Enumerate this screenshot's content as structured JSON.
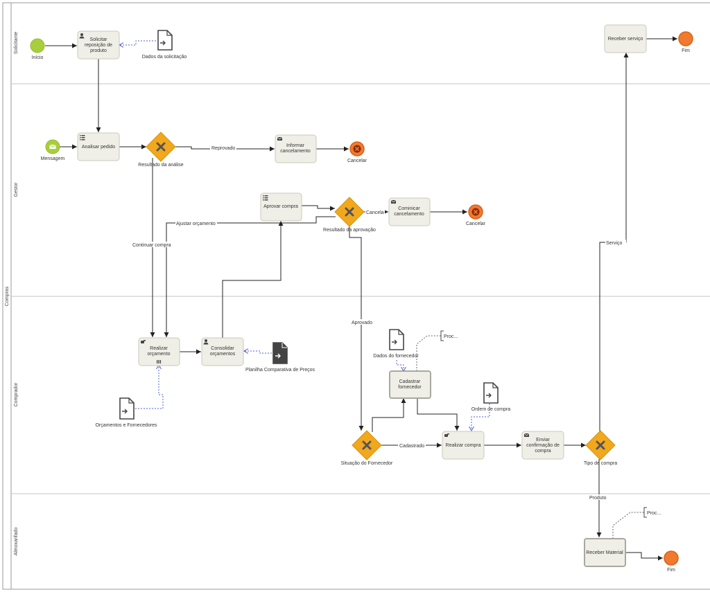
{
  "pool": {
    "name": "Compras"
  },
  "lanes": {
    "solicitante": "Solicitante",
    "gestor": "Gestor",
    "comprador": "Comprador",
    "almoxarifado": "Almoxarifado"
  },
  "tasks": {
    "solicitar": [
      "Solicitar",
      "reposição de",
      "produto"
    ],
    "analisar": [
      "Analisar pedido"
    ],
    "informar": [
      "Informar",
      "cancelamento"
    ],
    "aprovar": [
      "Aprovar compra"
    ],
    "comunicar": [
      "Cominicar",
      "cancelamento"
    ],
    "realizar_orc": [
      "Realizar",
      "orçamento"
    ],
    "consolidar": [
      "Consolidar",
      "orçamentos"
    ],
    "cadastrar": [
      "Cadastrar",
      "fornecedor"
    ],
    "realizar_compra": [
      "Realizar compra"
    ],
    "enviar": [
      "Enviar",
      "confirmação de",
      "compra"
    ],
    "receber_servico": [
      "Receber serviço"
    ],
    "receber_material": [
      "Receber Material"
    ]
  },
  "events": {
    "inicio": "Início",
    "mensagem": "Mensagem",
    "cancelar1": "Cancelar",
    "cancelar2": "Cancelar",
    "fim1": "Fim",
    "fim2": "Fim"
  },
  "gateways": {
    "resultado_analise": "Resultado da análise",
    "resultado_aprovacao": "Resultado da aprovação",
    "situacao_fornecedor": "Situação do Fornecedor",
    "tipo_compra": "Tipo de compra"
  },
  "data_objects": {
    "dados_solicitacao": "Dados da solicitação",
    "orcamentos_fornecedores": "Orçamentos e Fornecedores",
    "planilha": "Planilha Comparativa de Preços",
    "dados_fornecedor": "Dados do fornecedor",
    "ordem_compra": "Ordem de compra"
  },
  "annotations": {
    "proc1": "Proc...",
    "proc2": "Proc..."
  },
  "flow_labels": {
    "reprovado": "Reprovado",
    "continuar": "Continuar compra",
    "ajustar": "Ajustar orçamento",
    "cancela": "Cancela",
    "aprovado": "Aprovado",
    "cadastrado": "Cadastrado",
    "servico": "Serviço",
    "produto": "Produto"
  },
  "colors": {
    "task_fill": "#f0efe7",
    "task_stroke": "#c9c8bd",
    "start": "#a8cf3b",
    "end": "#f07a2e",
    "gateway": "#f2a81d",
    "line": "#222222",
    "association": "#4f5fd1"
  }
}
